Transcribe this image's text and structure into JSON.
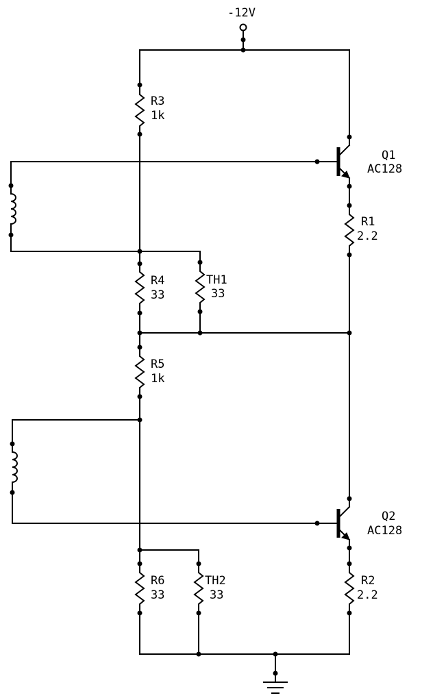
{
  "supply": {
    "label": "-12V"
  },
  "components": {
    "R3": {
      "name": "R3",
      "value": "1k"
    },
    "R4": {
      "name": "R4",
      "value": "33"
    },
    "TH1": {
      "name": "TH1",
      "value": "33"
    },
    "R5": {
      "name": "R5",
      "value": "1k"
    },
    "R6": {
      "name": "R6",
      "value": "33"
    },
    "TH2": {
      "name": "TH2",
      "value": "33"
    },
    "R1": {
      "name": "R1",
      "value": "2.2"
    },
    "R2": {
      "name": "R2",
      "value": "2.2"
    },
    "Q1": {
      "name": "Q1",
      "value": "AC128"
    },
    "Q2": {
      "name": "Q2",
      "value": "AC128"
    }
  },
  "symbols": {
    "resistors": [
      "R3",
      "R4",
      "R5",
      "R6",
      "R1",
      "R2"
    ],
    "thermistors": [
      "TH1",
      "TH2"
    ],
    "transistors": [
      "Q1",
      "Q2"
    ],
    "inductors": [
      "L-upper",
      "L-lower"
    ],
    "ground": "ground-icon",
    "supply_terminal": "terminal-icon"
  }
}
